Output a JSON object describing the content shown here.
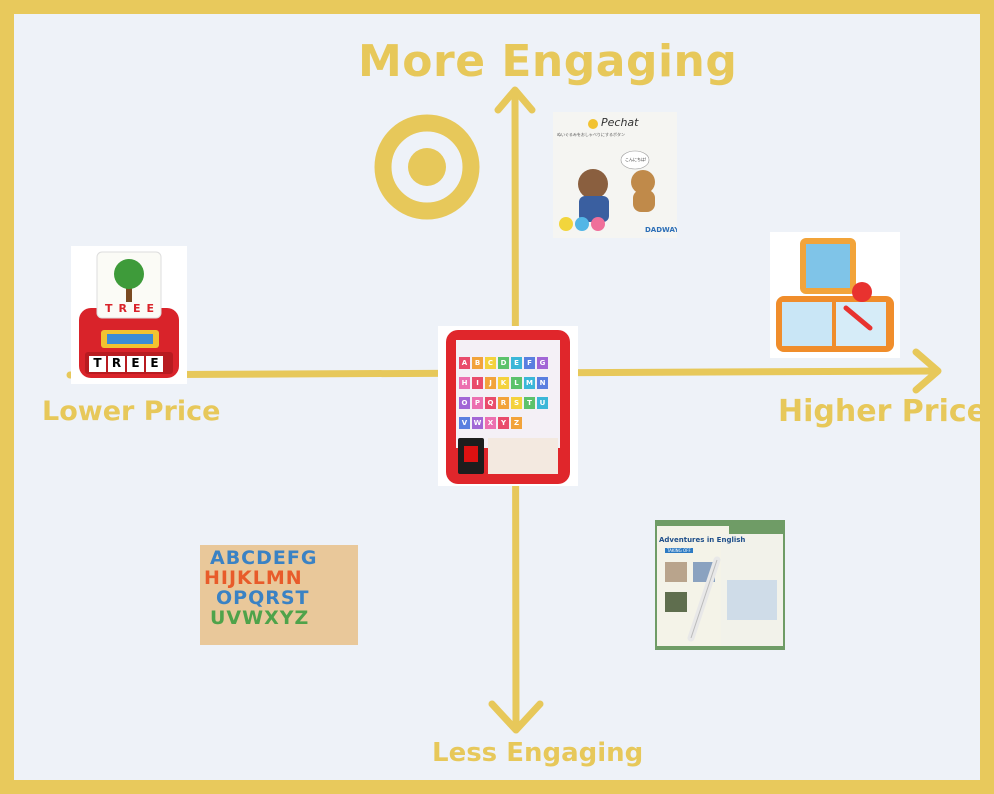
{
  "axes": {
    "top_label": "More Engaging",
    "bottom_label": "Less Engaging",
    "left_label": "Lower Price",
    "right_label": "Higher Price",
    "color": "#e7c85a"
  },
  "products": {
    "spelling_game": {
      "card_word": "TREE",
      "tiles": [
        "T",
        "R",
        "E",
        "E"
      ]
    },
    "pechat": {
      "brand": "Pechat",
      "tagline": "ぬいぐるみをおしゃべりにするボタン",
      "speech": "こんにちは!",
      "maker": "DADWAY"
    },
    "alphabet_tablet": {
      "keys": [
        "A",
        "B",
        "C",
        "D",
        "E",
        "F",
        "G",
        "H",
        "I",
        "J",
        "K",
        "L",
        "M",
        "N",
        "O",
        "P",
        "Q",
        "R",
        "S",
        "T",
        "U",
        "V",
        "W",
        "X",
        "Y",
        "Z"
      ]
    },
    "alphabet_puzzle": {
      "row1": "ABCDEFG",
      "row2": "HIJKLMN",
      "row3": "OPQRST",
      "row4": "UVWXYZ"
    },
    "reading_pen_book": {
      "title": "Adventures in English",
      "subtitle": "TAKING OFF"
    }
  }
}
